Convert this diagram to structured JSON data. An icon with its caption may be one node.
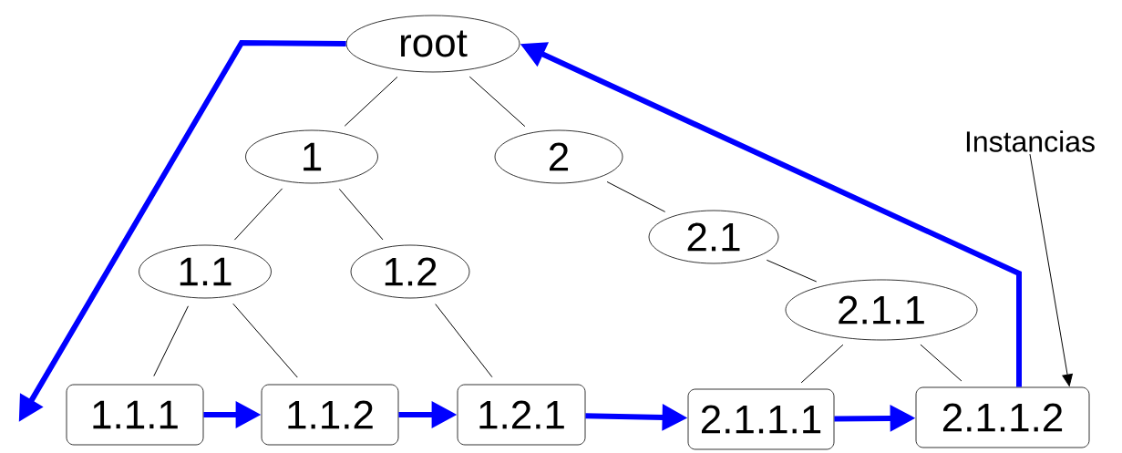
{
  "diagram": {
    "nodes": [
      {
        "text": [
          "root"
        ]
      },
      {
        "text": [
          "1"
        ]
      },
      {
        "text": [
          "2"
        ]
      },
      {
        "text": [
          "2.1"
        ]
      },
      {
        "text": [
          "1.1"
        ]
      },
      {
        "text": [
          "1.2"
        ]
      },
      {
        "text": [
          "2.1.1"
        ]
      },
      {
        "text": [
          "1.1.1"
        ]
      },
      {
        "text": [
          "1.1.2"
        ]
      },
      {
        "text": [
          "1.2.1"
        ]
      },
      {
        "text": [
          "2.1.1.1"
        ]
      },
      {
        "text": [
          "2.1.1.2"
        ]
      },
      {
        "text": [
          "Instancias"
        ]
      }
    ],
    "edges": [
      {
        "from": 0,
        "to": 1,
        "arrow": "none"
      },
      {
        "from": 0,
        "to": 2,
        "arrow": "none"
      },
      {
        "from": 1,
        "to": 4,
        "arrow": "none"
      },
      {
        "from": 1,
        "to": 5,
        "arrow": "none"
      },
      {
        "from": 2,
        "to": 3,
        "arrow": "none"
      },
      {
        "from": 3,
        "to": 6,
        "arrow": "none"
      },
      {
        "from": 4,
        "to": 7,
        "arrow": "none"
      },
      {
        "from": 4,
        "to": 8,
        "arrow": "none"
      },
      {
        "from": 5,
        "to": 9,
        "arrow": "none"
      },
      {
        "from": 6,
        "to": 10,
        "arrow": "none"
      },
      {
        "from": 6,
        "to": 11,
        "arrow": "none"
      },
      {
        "from": 0,
        "to": 7,
        "arrow": "to",
        "style": "thick",
        "color": "#0000ff"
      },
      {
        "from": 7,
        "to": 8,
        "arrow": "to",
        "style": "thick",
        "color": "#0000ff"
      },
      {
        "from": 8,
        "to": 9,
        "arrow": "to",
        "style": "thick",
        "color": "#0000ff"
      },
      {
        "from": 9,
        "to": 10,
        "arrow": "to",
        "style": "thick",
        "color": "#0000ff"
      },
      {
        "from": 10,
        "to": 11,
        "arrow": "to",
        "style": "thick",
        "color": "#0000ff"
      },
      {
        "from": 11,
        "to": 0,
        "arrow": "to",
        "style": "thick",
        "color": "#0000ff"
      },
      {
        "from": 12,
        "to": 11,
        "arrow": "to"
      }
    ]
  }
}
